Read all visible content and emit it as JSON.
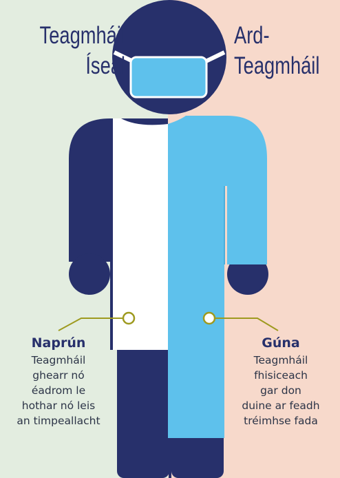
{
  "title_left": [
    "Teagmháil",
    "Íseal"
  ],
  "title_right": [
    "Ard-",
    "Teagmháil"
  ],
  "apron": {
    "label": "Naprún",
    "description": [
      "Teagmháil",
      "ghearr nó",
      "éadrom le",
      "hothar nó leis",
      "an timpeallacht"
    ]
  },
  "gown": {
    "label": "Gúna",
    "description": [
      "Teagmháil",
      "fhisiceach",
      "gar don",
      "duine ar feadh",
      "tréimhse fada"
    ]
  },
  "colors": {
    "navy": "#27306b",
    "light_blue": "#5ec1ec",
    "left_background": "#e3ede0",
    "right_background": "#f7d9cb",
    "callout_gold": "#9e9a1f"
  }
}
